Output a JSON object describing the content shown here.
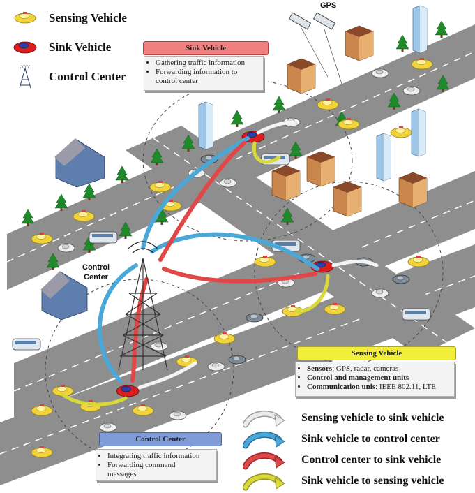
{
  "legend": {
    "sensing": "Sensing Vehicle",
    "sink": "Sink Vehicle",
    "control": "Control Center"
  },
  "gps_label": "GPS",
  "control_center_label": {
    "line1": "Control",
    "line2": "Center"
  },
  "sink_box": {
    "title": "Sink Vehicle",
    "items": [
      "Gathering traffic information",
      "Forwarding information to",
      "control center"
    ],
    "title_color": "#f08080"
  },
  "sensing_box": {
    "title": "Sensing Vehicle",
    "items": [
      {
        "bold": "Sensors",
        "rest": ": GPS, radar, cameras"
      },
      {
        "bold": "Control and management units",
        "rest": ""
      },
      {
        "bold": "Communication unis",
        "rest": ": IEEE 802.11, LTE"
      }
    ],
    "title_color": "#f2ee3a"
  },
  "control_box": {
    "title": "Control Center",
    "items": [
      "Integrating traffic information",
      "Forwarding command",
      "messages"
    ],
    "title_color": "#7f9bd8"
  },
  "arrow_legend": [
    {
      "label": "Sensing vehicle to sink vehicle",
      "color": "#e8e8e8"
    },
    {
      "label": "Sink vehicle to control center",
      "color": "#4aa8d8"
    },
    {
      "label": "Control center to sink vehicle",
      "color": "#e04848"
    },
    {
      "label": "Sink vehicle  to sensing vehicle",
      "color": "#d8d83a"
    }
  ],
  "colors": {
    "road": "#8a8a8a",
    "taxi": "#f2d33a",
    "sink_car": "#d81e1e",
    "tree": "#1f7a1f"
  }
}
